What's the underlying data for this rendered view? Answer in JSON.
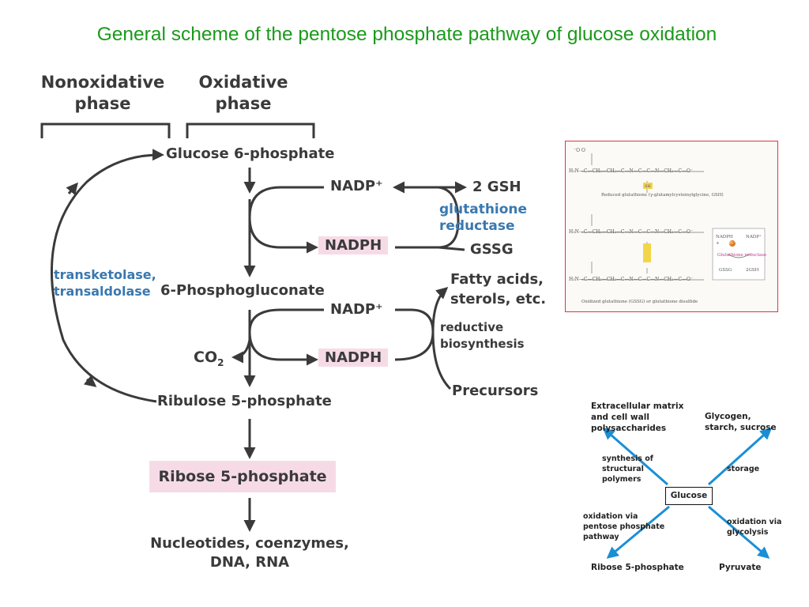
{
  "title": "General scheme of the pentose phosphate pathway of glucose oxidation",
  "phases": {
    "nonoxidative": [
      "Nonoxidative",
      "phase"
    ],
    "oxidative": [
      "Oxidative",
      "phase"
    ]
  },
  "pathway": {
    "glucose6p": "Glucose 6-phosphate",
    "nadp_plus_1": "NADP⁺",
    "nadph_1": "NADPH",
    "phosphogluconate": "6-Phosphogluconate",
    "nadp_plus_2": "NADP⁺",
    "nadph_2": "NADPH",
    "co2": "CO",
    "co2_sub": "2",
    "ribulose5p": "Ribulose 5-phosphate",
    "ribose5p": "Ribose 5-phosphate",
    "nucleotides": [
      "Nucleotides, coenzymes,",
      "DNA, RNA"
    ],
    "transketolase": [
      "transketolase,",
      "transaldolase"
    ],
    "gsh": "2 GSH",
    "glutathione_reductase": [
      "glutathione",
      "reductase"
    ],
    "gssg": "GSSG",
    "fatty_acids": [
      "Fatty acids,",
      "sterols, etc."
    ],
    "reductive": [
      "reductive",
      "biosynthesis"
    ],
    "precursors": "Precursors"
  },
  "glutathione_panel": {
    "reduced_caption": "Reduced glutathione (γ-glutamylcysteinylglycine, GSH)",
    "oxidized_caption": "Oxidized glutathione (GSSG) or glutathione disulfide",
    "sh_label": "SH",
    "inset": {
      "nadph": "NADPH",
      "plus_h": "+",
      "h_label": "H⁺",
      "nadp": "NADP⁺",
      "enzyme": "Glutathione reductase",
      "gssg": "GSSG",
      "gsh": "2GSH"
    }
  },
  "glucose_fates": {
    "center": "Glucose",
    "extracellular": [
      "Extracellular matrix",
      "and cell wall",
      "polysaccharides"
    ],
    "glycogen": [
      "Glycogen,",
      "starch, sucrose"
    ],
    "synthesis": [
      "synthesis of",
      "structural",
      "polymers"
    ],
    "storage": "storage",
    "oxidation_ppp": [
      "oxidation via",
      "pentose phosphate",
      "pathway"
    ],
    "oxidation_glycolysis": [
      "oxidation via",
      "glycolysis"
    ],
    "ribose5p": "Ribose 5-phosphate",
    "pyruvate": "Pyruvate"
  },
  "colors": {
    "title": "#1a9a1a",
    "text": "#3a3a3a",
    "enzyme_blue": "#3a78b0",
    "highlight_pink": "#f6dbe7",
    "arrow_blue": "#1a8fd6",
    "panel_border": "#d93a3a"
  }
}
